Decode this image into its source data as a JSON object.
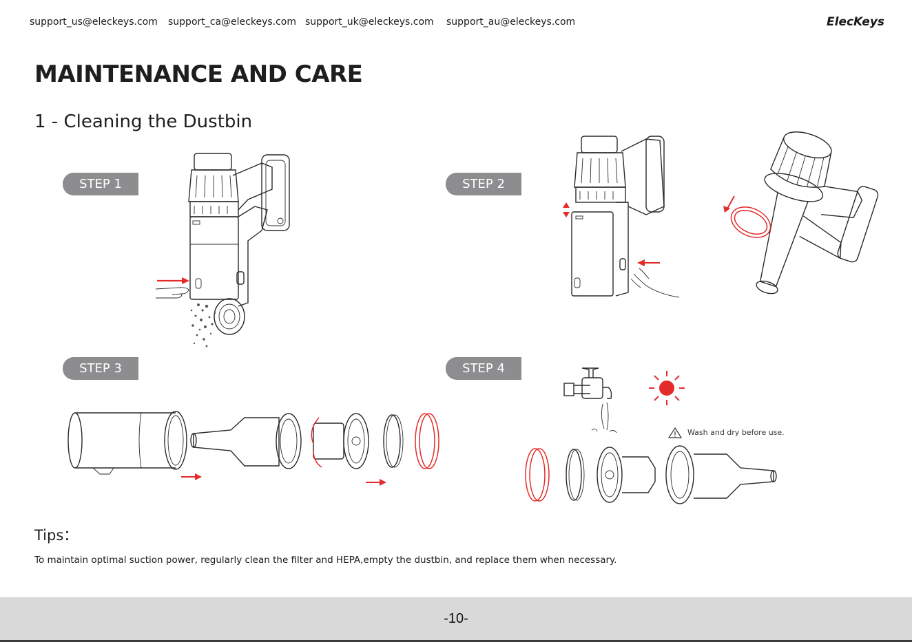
{
  "header": {
    "emails": [
      "support_us@eleckeys.com",
      "support_ca@eleckeys.com",
      "support_uk@eleckeys.com",
      "support_au@eleckeys.com"
    ],
    "brand": "ElecKeys"
  },
  "page_title": "MAINTENANCE AND CARE",
  "section_title": "1 - Cleaning the Dustbin",
  "steps": [
    "STEP 1",
    "STEP 2",
    "STEP 3",
    "STEP 4"
  ],
  "warning_text": "Wash and dry before use.",
  "tips": {
    "label": "Tips：",
    "text": "To maintain optimal suction power, regularly clean the filter and HEPA,empty the dustbin, and replace them when necessary."
  },
  "footer": {
    "page_number": "-10-"
  },
  "colors": {
    "accent_red": "#e32b2b",
    "step_badge": "#8d8d8f",
    "footer_bg": "#d9d9d9"
  }
}
